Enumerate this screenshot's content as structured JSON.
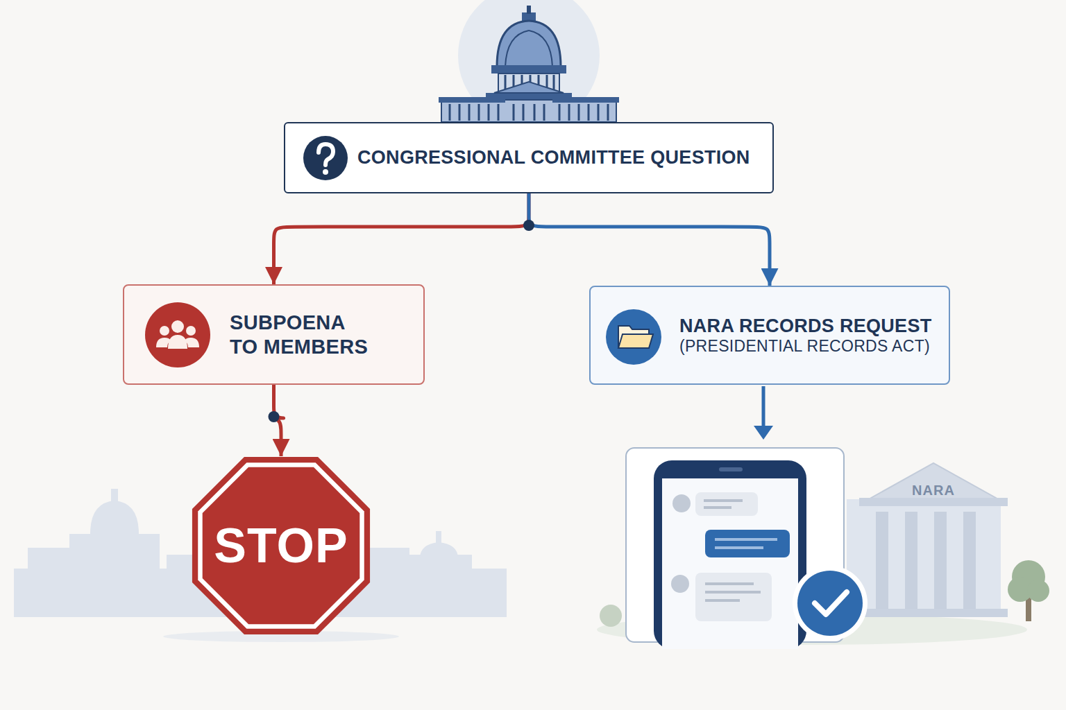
{
  "diagram": {
    "nodes": [
      {
        "text": [
          "CONGRESSIONAL COMMITTEE QUESTION"
        ]
      },
      {
        "text": [
          "SUBPOENA TO MEMBERS"
        ]
      },
      {
        "text": [
          "NARA RECORDS REQUEST",
          "(PRESIDENTIAL RECORDS ACT)"
        ]
      },
      {
        "text": [
          "STOP"
        ]
      }
    ],
    "edges": [
      {
        "from": 0,
        "to": 1,
        "arrow": "to"
      },
      {
        "from": 0,
        "to": 2,
        "arrow": "to"
      },
      {
        "from": 1,
        "to": 3,
        "arrow": "to"
      }
    ],
    "labels": [
      "NARA"
    ]
  }
}
